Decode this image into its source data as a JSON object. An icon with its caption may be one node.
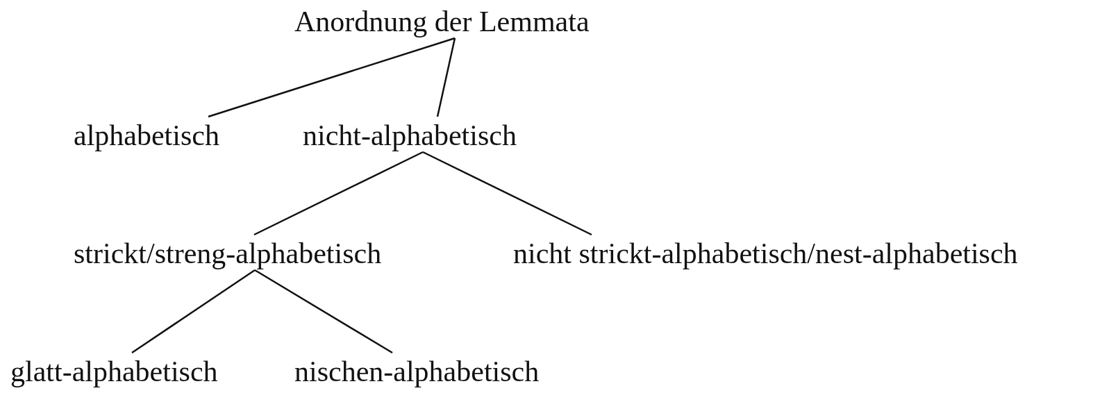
{
  "diagram": {
    "nodes": [
      {
        "text": [
          "Anordnung der Lemmata"
        ]
      },
      {
        "text": [
          "alphabetisch"
        ]
      },
      {
        "text": [
          "nicht-alphabetisch"
        ]
      },
      {
        "text": [
          "strickt/streng-alphabetisch"
        ]
      },
      {
        "text": [
          "nicht strickt-alphabetisch/nest-alphabetisch"
        ]
      },
      {
        "text": [
          "glatt-alphabetisch"
        ]
      },
      {
        "text": [
          "nischen-alphabetisch"
        ]
      }
    ],
    "edges": [
      {
        "from": 0,
        "to": 1,
        "arrow": "none"
      },
      {
        "from": 0,
        "to": 2,
        "arrow": "none"
      },
      {
        "from": 2,
        "to": 3,
        "arrow": "none"
      },
      {
        "from": 2,
        "to": 4,
        "arrow": "none"
      },
      {
        "from": 3,
        "to": 5,
        "arrow": "none"
      },
      {
        "from": 3,
        "to": 6,
        "arrow": "none"
      }
    ]
  }
}
